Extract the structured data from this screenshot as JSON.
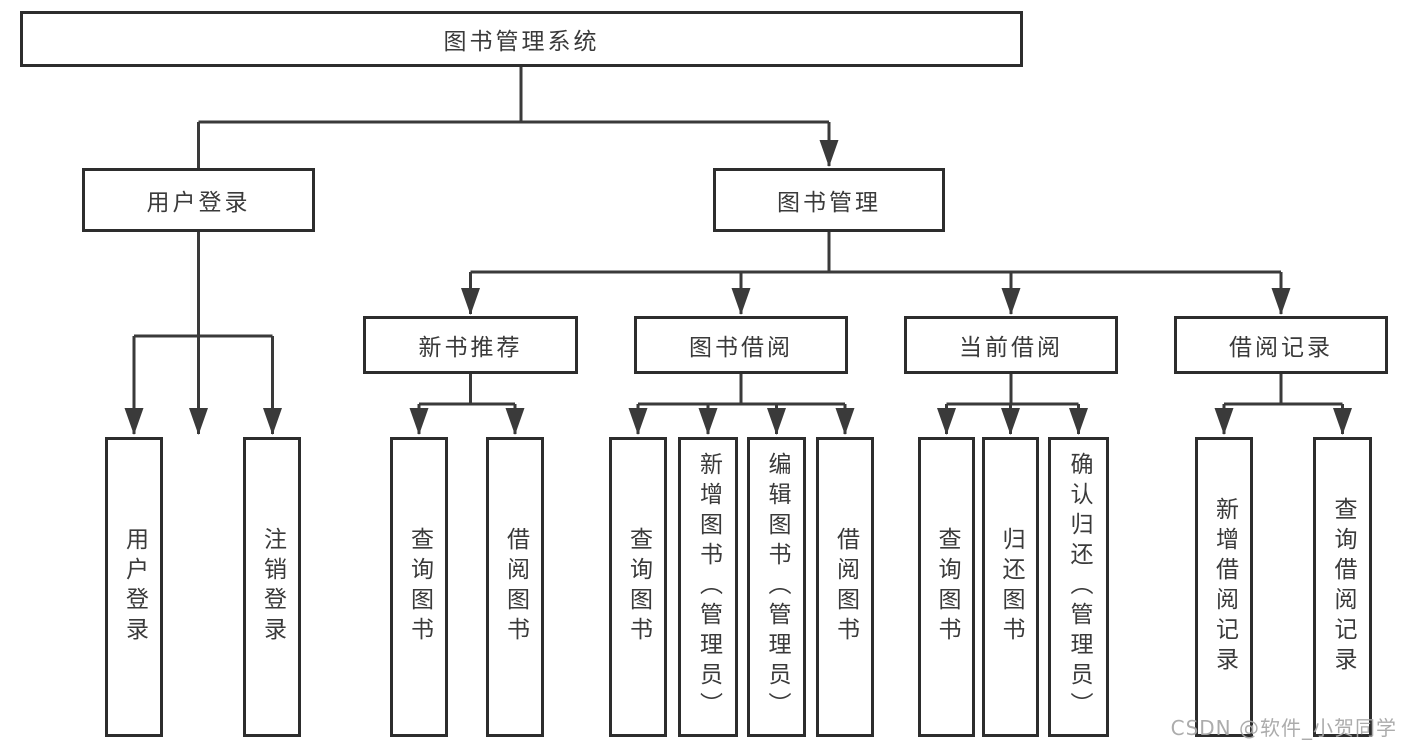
{
  "diagram": {
    "colors": {
      "line": "#3a3a3a",
      "box_border": "#2d2d2d",
      "text": "#3a3a3a",
      "watermark": "#a8a8a8",
      "background": "#ffffff"
    },
    "nodes": {
      "root": {
        "label": "图书管理系统"
      },
      "level2": [
        {
          "label": "用户登录"
        },
        {
          "label": "图书管理"
        }
      ],
      "level3": [
        {
          "label": "新书推荐"
        },
        {
          "label": "图书借阅"
        },
        {
          "label": "当前借阅"
        },
        {
          "label": "借阅记录"
        }
      ],
      "leaves": [
        {
          "label": "用户登录"
        },
        {
          "label": "注销登录"
        },
        {
          "label": "查询图书"
        },
        {
          "label": "借阅图书"
        },
        {
          "label": "查询图书"
        },
        {
          "label": "新增图书（管理员）"
        },
        {
          "label": "编辑图书（管理员）"
        },
        {
          "label": "借阅图书"
        },
        {
          "label": "查询图书"
        },
        {
          "label": "归还图书"
        },
        {
          "label": "确认归还（管理员）"
        },
        {
          "label": "新增借阅记录"
        },
        {
          "label": "查询借阅记录"
        }
      ]
    },
    "watermark": "CSDN @软件_小贺同学"
  }
}
